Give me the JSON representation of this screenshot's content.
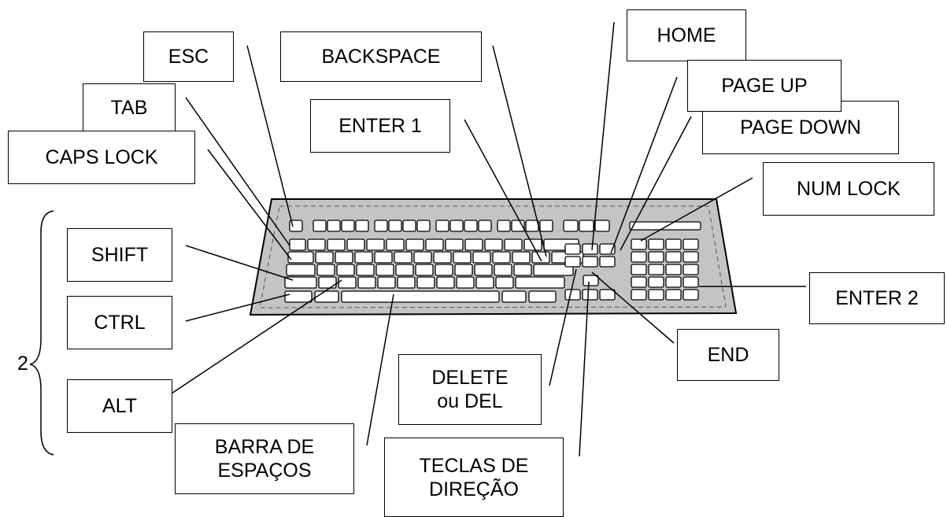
{
  "labels": {
    "esc": "ESC",
    "tab": "TAB",
    "caps_lock": "CAPS LOCK",
    "shift": "SHIFT",
    "ctrl": "CTRL",
    "alt": "ALT",
    "backspace": "BACKSPACE",
    "enter1": "ENTER 1",
    "home": "HOME",
    "page_up": "PAGE UP",
    "page_down": "PAGE DOWN",
    "num_lock": "NUM LOCK",
    "enter2": "ENTER 2",
    "end": "END",
    "delete": "DELETE\nou DEL",
    "spacebar": "BARRA DE\nESPAÇOS",
    "arrows": "TECLAS DE\nDIREÇÃO"
  },
  "group_marker": "2",
  "colors": {
    "keyboard_body": "#c4c4c4",
    "keys": "#ffffff",
    "outline": "#000000"
  }
}
